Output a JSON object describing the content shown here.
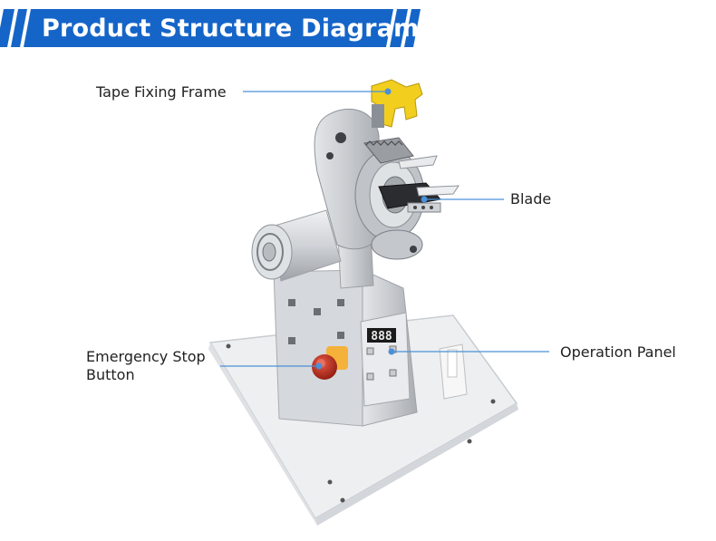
{
  "header": {
    "title": "Product Structure Diagram",
    "accent": "#1565c8"
  },
  "callouts": {
    "tape_fixing_frame": "Tape Fixing Frame",
    "blade": "Blade",
    "operation_panel": "Operation Panel",
    "emergency_stop_button": "Emergency Stop Button"
  },
  "panel_display": {
    "digits": "888"
  },
  "colors": {
    "leader_line": "#4a90d9",
    "machine_body": "#c9ccd0",
    "base_plate": "#eeeff1",
    "tape_frame": "#f2cf1f",
    "stop_button": "#c2281c",
    "display_bg": "#1a1a1a",
    "display_digits": "#e8e8e8"
  }
}
